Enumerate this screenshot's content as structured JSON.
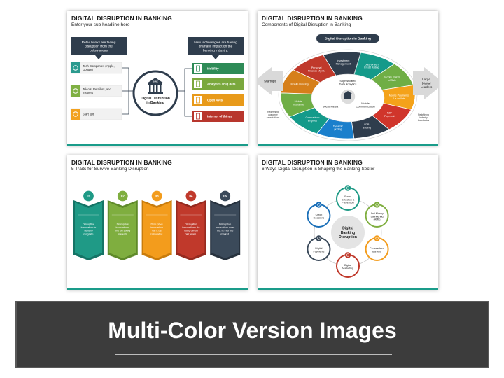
{
  "slide1": {
    "title": "DIGITAL DISRUPTION IN BANKING",
    "subtitle": "Enter your sub headline here",
    "left_callout": [
      "Retail banks are facing",
      "disruption from the",
      "below areas"
    ],
    "right_callout": [
      "New technologies are having",
      "dramatic impact on the",
      "banking industry."
    ],
    "center_label": [
      "Digital Disruption",
      "in Banking"
    ],
    "bank_label": "BANK",
    "left_items": [
      {
        "lines": [
          "Tech Companies (Apple,",
          "Google)"
        ],
        "icon": "gear-icon",
        "color": "#2b9a8e"
      },
      {
        "lines": [
          "Telco's, Retailers, and",
          "Insurers"
        ],
        "icon": "store-icon",
        "color": "#7fb043"
      },
      {
        "lines": [
          "Start ups"
        ],
        "icon": "lightbulb-icon",
        "color": "#f2a11f"
      }
    ],
    "right_items": [
      {
        "label": "Mobility",
        "icon": "mobile-icon",
        "color": "#2e8b57"
      },
      {
        "label": "Analytics / Big data",
        "icon": "analytics-icon",
        "color": "#7aa83d"
      },
      {
        "label": "Open APIs",
        "icon": "api-icon",
        "color": "#e89a1a"
      },
      {
        "label": "Internet of things",
        "icon": "iot-icon",
        "color": "#b8362d"
      }
    ]
  },
  "slide2": {
    "title": "DIGITAL DISRUPTION IN BANKING",
    "subtitle": "Components of Digital Disruption in Banking",
    "header_pill": "Digital Disruption In Banking",
    "left_arrow": "Startups",
    "right_arrow": [
      "Large",
      "Digital",
      "Leaders"
    ],
    "left_note": [
      "Redefining",
      "customer",
      "expectations"
    ],
    "right_note": [
      "Redefining",
      "industry",
      "boundaries"
    ],
    "segments": [
      {
        "lines": [
          "Investment",
          "Management"
        ],
        "color": "#2f3d4d"
      },
      {
        "lines": [
          "Data-Driven",
          "Credit Rating"
        ],
        "color": "#149a8a"
      },
      {
        "lines": [
          "Mobile Points",
          "of Sale"
        ],
        "color": "#6fae45"
      },
      {
        "lines": [
          "Mobile Payments",
          "& e-wallets"
        ],
        "color": "#f4a21a"
      },
      {
        "lines": [
          "P2P",
          "Payment"
        ],
        "color": "#d0352b"
      },
      {
        "lines": [
          "P2P",
          "lending"
        ],
        "color": "#2f3d4d"
      },
      {
        "lines": [
          "Dynamic",
          "pricing"
        ],
        "color": "#1a7fcc"
      },
      {
        "lines": [
          "Comparison",
          "Engines"
        ],
        "color": "#149a8a"
      },
      {
        "lines": [
          "Mobile",
          "Insurance"
        ],
        "color": "#6fae45"
      },
      {
        "lines": [
          "Mobile Banking"
        ],
        "color": "#d67f1a"
      },
      {
        "lines": [
          "Personal",
          "Finance Mgmt."
        ],
        "color": "#c0392b"
      }
    ],
    "inner_labels": [
      {
        "lines": [
          "Sophisticated",
          "Data Analytics"
        ]
      },
      {
        "lines": [
          "Social Media"
        ]
      },
      {
        "lines": [
          "Mobile",
          "Communication"
        ]
      }
    ]
  },
  "slide3": {
    "title": "DIGITAL DISRUPTION IN BANKING",
    "subtitle": "5 Traits for Survive Banking Disruption",
    "traits": [
      {
        "num": "01",
        "color": "#1f9a86",
        "dark": "#157466",
        "lines": [
          "Disruptive",
          "innovation is",
          "hard to",
          "integrate."
        ]
      },
      {
        "num": "02",
        "color": "#7fae3f",
        "dark": "#5f8a2a",
        "lines": [
          "Disruptive",
          "innovations",
          "live on sticky",
          "markets."
        ]
      },
      {
        "num": "03",
        "color": "#f39c1c",
        "dark": "#c97c0c",
        "lines": [
          "Disruptive",
          "innovation",
          "can't be",
          "calculated."
        ]
      },
      {
        "num": "04",
        "color": "#c0392b",
        "dark": "#962a1f",
        "lines": [
          "Disruptive",
          "innovations do",
          "not grow on",
          "old years."
        ]
      },
      {
        "num": "05",
        "color": "#3b4a5a",
        "dark": "#27323e",
        "lines": [
          "Disruptive",
          "innovation does",
          "not fit into the",
          "market."
        ]
      }
    ]
  },
  "slide4": {
    "title": "DIGITAL DISRUPTION IN BANKING",
    "subtitle": "6 Ways Digital Disruption is Shaping the Banking Sector",
    "center": [
      "Digital",
      "Banking",
      "Disruption"
    ],
    "nodes": [
      {
        "lines": [
          "Fraud",
          "Detection &",
          "Prevention"
        ],
        "color": "#1f9a86",
        "icon": "shield-icon"
      },
      {
        "lines": [
          "Anti Money",
          "Laundering",
          "(AML)"
        ],
        "color": "#7fae3f",
        "icon": "money-icon"
      },
      {
        "lines": [
          "Personalized",
          "Banking"
        ],
        "color": "#f39c1c",
        "icon": "person-icon"
      },
      {
        "lines": [
          "Digital",
          "Marketing"
        ],
        "color": "#c0392b",
        "icon": "megaphone-icon"
      },
      {
        "lines": [
          "Digital",
          "Payments"
        ],
        "color": "#3b4a5a",
        "icon": "card-icon"
      },
      {
        "lines": [
          "Credit",
          "Decisions"
        ],
        "color": "#1a6fb8",
        "icon": "checklist-icon"
      }
    ]
  },
  "banner": {
    "text": "Multi-Color Version Images"
  }
}
